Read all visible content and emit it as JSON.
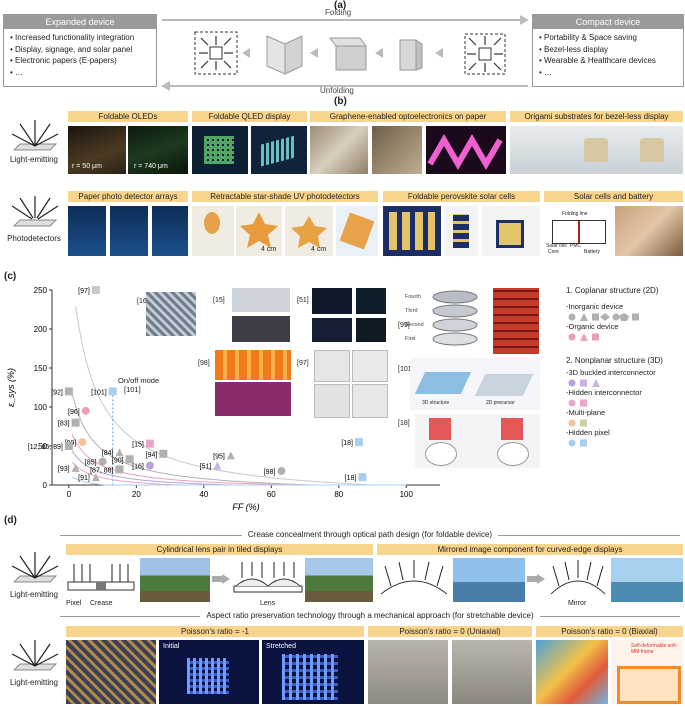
{
  "panels": {
    "a": "(a)",
    "b": "(b)",
    "c": "(c)",
    "d": "(d)"
  },
  "panel_a": {
    "expanded": {
      "title": "Expanded device",
      "items": [
        "• Increased functionality integration",
        "• Display, signage, and solar panel",
        "• Electronic papers (E-papers)",
        "• …"
      ]
    },
    "compact": {
      "title": "Compact device",
      "items": [
        "• Portability & Space saving",
        "• Bezel-less display",
        "• Wearable & Healthcare devices",
        "• …"
      ]
    },
    "folding": "Folding",
    "unfolding": "Unfolding"
  },
  "panel_b": {
    "row1_label": "Light-emitting",
    "row2_label": "Photodetectors",
    "banners_row1": [
      "Foldable OLEDs",
      "Foldable QLED display",
      "Graphene-enabled optoelectronics on paper",
      "Origami substrates for bezel-less display"
    ],
    "banners_row2": [
      "Paper photo detector arrays",
      "Retractable star-shade UV photodetectors",
      "Foldable perovskite solar cells",
      "Solar cells and battery"
    ],
    "r1": "r = 50 μm",
    "r2": "r = 740 μm",
    "scale_4cm": "4 cm",
    "battery_labels": [
      "Folding line",
      "Solar cell",
      "PMC",
      "Core",
      "Battery"
    ]
  },
  "panel_c": {
    "refs_images": [
      "[16]",
      "[15]",
      "[51]",
      "[99]",
      "[98]",
      "[97]",
      "[101]",
      "[18]"
    ],
    "layer_labels": [
      "Fourth",
      "Third",
      "Second",
      "First"
    ],
    "struct3d_labels": [
      "3D structure",
      "2D precursor"
    ],
    "legend": {
      "coplanar_title": "1. Coplanar structure (2D)",
      "inorganic": "-Inorganic device",
      "organic": "-Organic device",
      "nonplanar_title": "2. Nonplanar structure (3D)",
      "buckled": "-3D buckled interconnector",
      "hidden_inter": "-Hidden interconnector",
      "multiplane": "-Multi-plane",
      "hidden_pixel": "-Hidden pixel"
    },
    "onoff": "On/off mode",
    "onoff_ref": "[101]"
  },
  "chart_data": {
    "type": "scatter",
    "xlabel": "FF (%)",
    "ylabel": "ε_sys (%)",
    "xlim": [
      -5,
      110
    ],
    "ylim": [
      0,
      250
    ],
    "xticks": [
      0,
      20,
      40,
      60,
      80,
      100
    ],
    "yticks": [
      0,
      50,
      100,
      150,
      200,
      250
    ],
    "points": [
      {
        "label": "[97]",
        "x": 8,
        "y": 250,
        "color": "#c8c8c8",
        "shape": "square"
      },
      {
        "label": "[92]",
        "x": 0,
        "y": 120,
        "color": "#b0b0b0",
        "shape": "square"
      },
      {
        "label": "[96]",
        "x": 5,
        "y": 95,
        "color": "#e9a0bd",
        "shape": "circle"
      },
      {
        "label": "[83]",
        "x": 2,
        "y": 80,
        "color": "#b0b0b0",
        "shape": "square"
      },
      {
        "label": "[99]",
        "x": 4,
        "y": 55,
        "color": "#f2c29a",
        "shape": "circle"
      },
      {
        "label": "[12, 86, 89]",
        "x": 0,
        "y": 50,
        "color": "#b0b0b0",
        "shape": "square"
      },
      {
        "label": "[93]",
        "x": 2,
        "y": 22,
        "color": "#b0b0b0",
        "shape": "triangle"
      },
      {
        "label": "[91]",
        "x": 8,
        "y": 10,
        "color": "#b0b0b0",
        "shape": "triangle"
      },
      {
        "label": "[85]",
        "x": 10,
        "y": 30,
        "color": "#b0b0b0",
        "shape": "circle"
      },
      {
        "label": "[84]",
        "x": 15,
        "y": 42,
        "color": "#b0b0b0",
        "shape": "triangle"
      },
      {
        "label": "[90]",
        "x": 18,
        "y": 33,
        "color": "#b0b0b0",
        "shape": "square"
      },
      {
        "label": "[87, 88]",
        "x": 15,
        "y": 20,
        "color": "#b0b0b0",
        "shape": "square"
      },
      {
        "label": "[16]",
        "x": 24,
        "y": 25,
        "color": "#b7a3d6",
        "shape": "circle"
      },
      {
        "label": "[15]",
        "x": 24,
        "y": 53,
        "color": "#e8a6c8",
        "shape": "square"
      },
      {
        "label": "[94]",
        "x": 28,
        "y": 40,
        "color": "#b0b0b0",
        "shape": "square"
      },
      {
        "label": "[51]",
        "x": 44,
        "y": 25,
        "color": "#c9b3e0",
        "shape": "triangle"
      },
      {
        "label": "[95]",
        "x": 48,
        "y": 38,
        "color": "#b0b0b0",
        "shape": "triangle"
      },
      {
        "label": "[98]",
        "x": 63,
        "y": 18,
        "color": "#b0b0b0",
        "shape": "circle"
      },
      {
        "label": "[101]",
        "x": 13,
        "y": 120,
        "color": "#a9cfee",
        "shape": "square"
      },
      {
        "label": "[18]",
        "x": 86,
        "y": 55,
        "color": "#a9cfee",
        "shape": "square"
      },
      {
        "label": "[18]",
        "x": 87,
        "y": 10,
        "color": "#a9cfee",
        "shape": "square"
      }
    ]
  },
  "panel_d": {
    "crease_title": "Crease concealment through optical path design (for foldable device)",
    "aspect_title": "Aspect ratio preservation technology through a mechanical approach (for stretchable device)",
    "row_label": "Light-emitting",
    "cyl_banner": "Cylindrical lens pair in tiled displays",
    "mirror_banner": "Mirrored image component for curved-edge displays",
    "pixel": "Pixel",
    "crease": "Crease",
    "lens": "Lens",
    "mirror": "Mirror",
    "poisson_neg": "Poisson's ratio = -1",
    "poisson_uni": "Poisson's ratio = 0 (Uniaxial)",
    "poisson_bi": "Poisson's ratio = 0 (Biaxial)",
    "initial": "Initial",
    "stretched": "Stretched",
    "self_deform": "Self-deformable soft-MM frame"
  }
}
